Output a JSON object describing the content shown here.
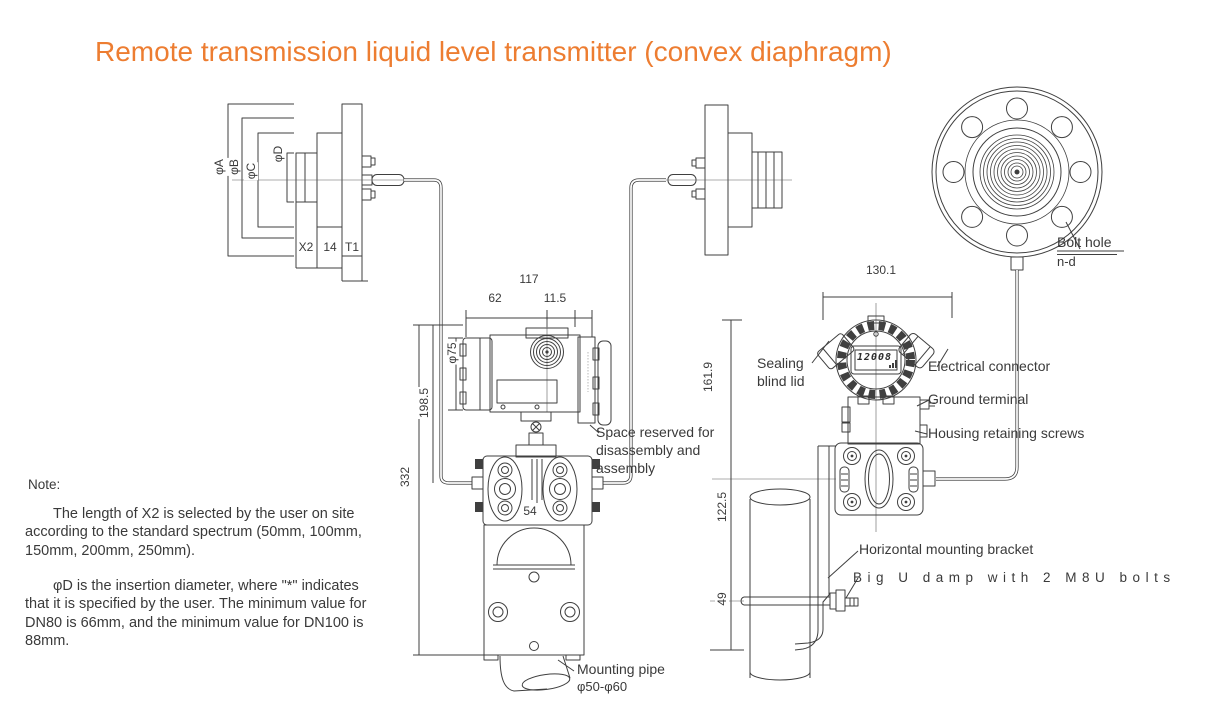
{
  "title": "Remote transmission liquid level transmitter (convex diaphragm)",
  "colors": {
    "accent": "#ED7D31",
    "line": "#3F3F3F",
    "ink": "#3A3A3A"
  },
  "left_flange": {
    "dim_phi_a": "φA",
    "dim_phi_b": "φB",
    "dim_phi_c": "φC",
    "dim_phi_d": "φD",
    "dim_x2": "X2",
    "dim_14": "14",
    "dim_t1": "T1"
  },
  "center_transmitter": {
    "dim_width_total": "117",
    "dim_width_left": "62",
    "dim_width_right": "11.5",
    "dim_cap": "φ75",
    "dim_height_upper": "198.5",
    "dim_height_total": "332",
    "dim_flange": "54",
    "space_reserved_label": "Space reserved for disassembly and assembly",
    "mounting_pipe_label": "Mounting pipe",
    "mounting_pipe_dim": "φ50-φ60"
  },
  "right_flange": {
    "bolt_hole_label": "Bolt hole",
    "bolt_hole_spec": "n-d"
  },
  "right_transmitter": {
    "dim_width": "130.1",
    "dim_height_upper": "161.9",
    "dim_height_mid": "122.5",
    "dim_height_lower": "49",
    "display_value": "12008",
    "sealing_lid_label": "Sealing blind lid",
    "electrical_connector_label": "Electrical connector",
    "ground_terminal_label": "Ground terminal",
    "retaining_screws_label": "Housing retaining screws",
    "bracket_label": "Horizontal mounting bracket",
    "u_bolt_label": "Big U damp with 2 M8U bolts"
  },
  "note": {
    "heading": "Note:",
    "p1_lines": [
      "The length of X2 is selected by the user on site",
      "according to the standard spectrum (50mm, 100mm,",
      "150mm, 200mm, 250mm)."
    ],
    "p2_lines": [
      "φD is the insertion diameter, where \"*\" indicates",
      "that it is specified by the user. The minimum value for",
      "DN80 is 66mm, and the minimum value for DN100 is",
      "88mm."
    ]
  }
}
